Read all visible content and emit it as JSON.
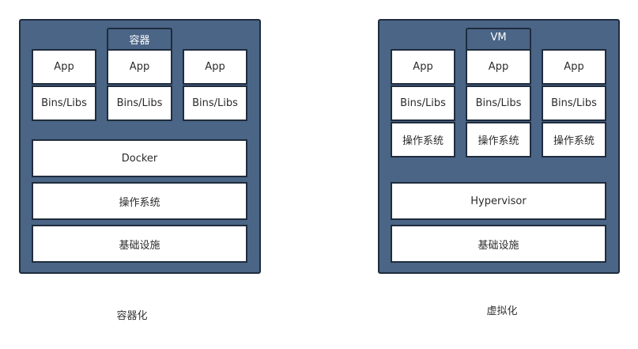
{
  "left": {
    "group_label": "容器",
    "apps": [
      "App",
      "App",
      "App"
    ],
    "libs": [
      "Bins/Libs",
      "Bins/Libs",
      "Bins/Libs"
    ],
    "layers": {
      "engine": "Docker",
      "os": "操作系统",
      "infra": "基础设施"
    },
    "caption": "容器化"
  },
  "right": {
    "group_label": "VM",
    "apps": [
      "App",
      "App",
      "App"
    ],
    "libs": [
      "Bins/Libs",
      "Bins/Libs",
      "Bins/Libs"
    ],
    "guest_os": [
      "操作系统",
      "操作系统",
      "操作系统"
    ],
    "layers": {
      "hypervisor": "Hypervisor",
      "infra": "基础设施"
    },
    "caption": "虚拟化"
  },
  "colors": {
    "panel_fill": "#4a6586",
    "panel_border": "#1f2c3d",
    "box_fill": "#ffffff"
  }
}
